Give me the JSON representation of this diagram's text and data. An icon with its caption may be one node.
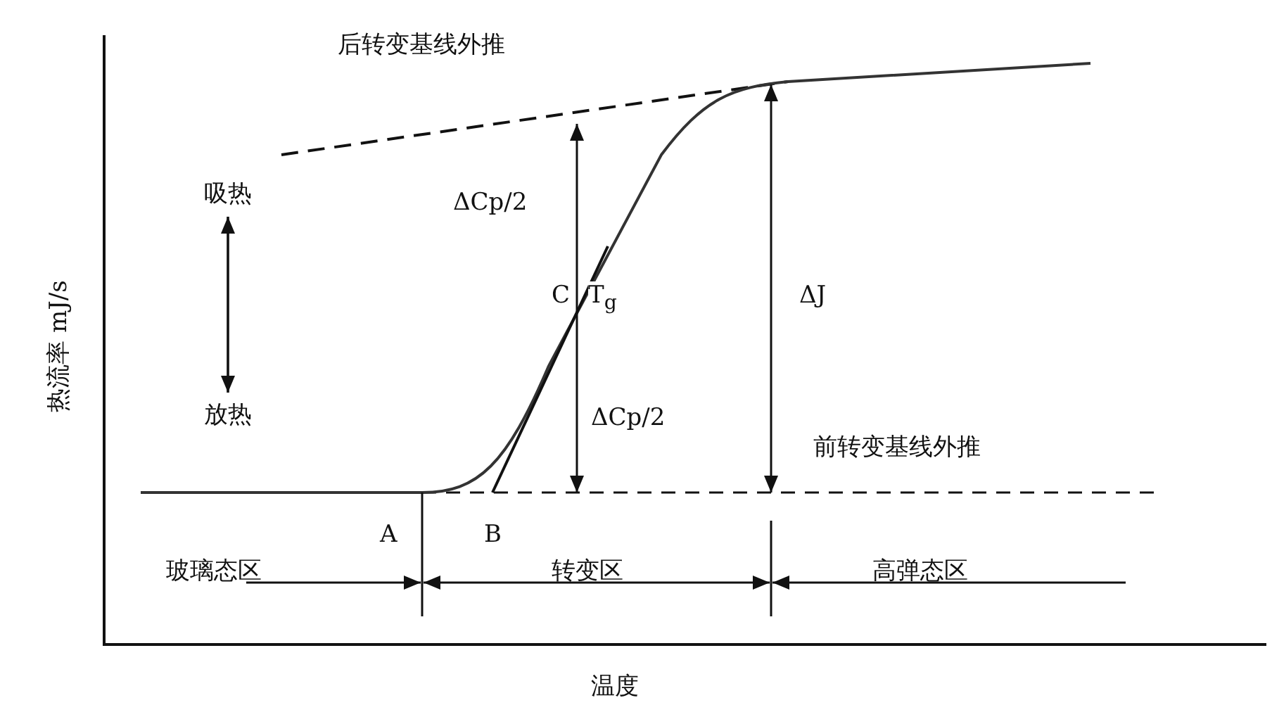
{
  "diagram": {
    "nodes": [
      {
        "text": [
          "吸热"
        ]
      },
      {
        "text": [
          "放热"
        ]
      }
    ],
    "edges": [
      {
        "from": 0,
        "to": 1,
        "arrow": "both"
      }
    ],
    "labels": [
      "后转变基线外推",
      "ΔCp/2",
      "C",
      "T$_{g}$",
      "ΔJ",
      "热流率 mJ/s",
      "ΔCp/2",
      "前转变基线外推",
      "A",
      "B",
      "玻璃态区",
      "转变区",
      "高弹态区",
      "温度"
    ]
  }
}
